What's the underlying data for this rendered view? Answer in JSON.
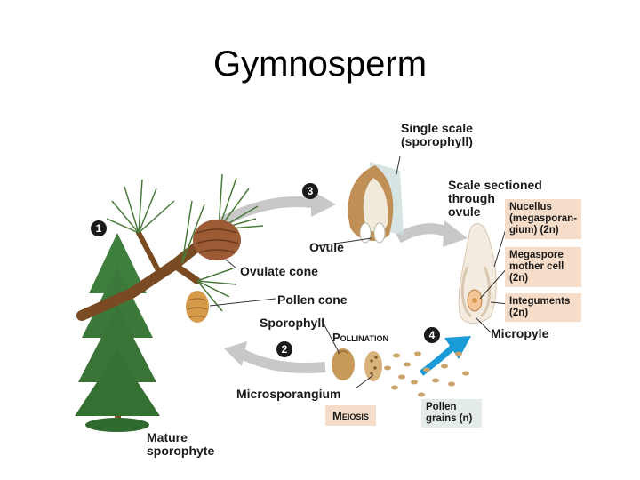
{
  "title": "Gymnosperm",
  "labels": {
    "single_scale": "Single scale",
    "sporophyll_paren": "(sporophyll)",
    "scale_sectioned_1": "Scale sectioned",
    "scale_sectioned_2": "through",
    "scale_sectioned_3": "ovule",
    "nucellus_1": "Nucellus",
    "nucellus_2": "(megasporan-",
    "nucellus_3": "gium) (2n)",
    "megaspore_1": "Megaspore",
    "megaspore_2": "mother cell",
    "megaspore_3": "(2n)",
    "integuments_1": "Integuments",
    "integuments_2": "(2n)",
    "ovule": "Ovule",
    "ovulate_cone": "Ovulate cone",
    "pollen_cone": "Pollen cone",
    "sporophyll": "Sporophyll",
    "pollination": "Pollination",
    "micropyle": "Micropyle",
    "microsporangium": "Microsporangium",
    "meiosis": "Meiosis",
    "pollen_1": "Pollen",
    "pollen_2": "grains (n)",
    "mature_1": "Mature",
    "mature_2": "sporophyte"
  },
  "steps": [
    "1",
    "2",
    "3",
    "4"
  ]
}
